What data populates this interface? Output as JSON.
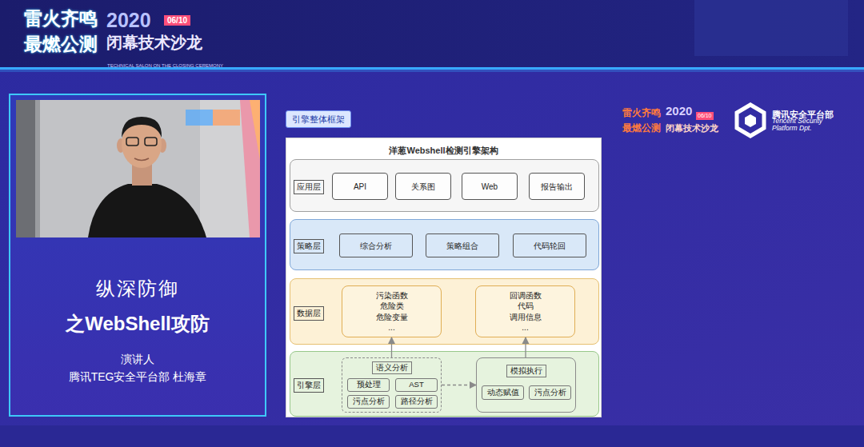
{
  "diagram": {
    "title": "洋葱Webshell检测引擎架构",
    "nodes": [
      {
        "text": [
          "应用层"
        ]
      },
      {
        "text": [
          "API"
        ],
        "in": 0
      },
      {
        "text": [
          "关系图"
        ],
        "in": 0
      },
      {
        "text": [
          "Web"
        ],
        "in": 0
      },
      {
        "text": [
          "报告输出"
        ],
        "in": 0
      },
      {
        "text": [
          "策略层"
        ]
      },
      {
        "text": [
          "综合分析"
        ],
        "in": 5
      },
      {
        "text": [
          "策略组合"
        ],
        "in": 5
      },
      {
        "text": [
          "代码轮回"
        ],
        "in": 5
      },
      {
        "text": [
          "数据层"
        ]
      },
      {
        "text": [
          "污染函数 危险类 危险变量 ..."
        ],
        "in": 9
      },
      {
        "text": [
          "回调函数 代码 调用信息 ..."
        ],
        "in": 9
      },
      {
        "text": [
          "引擎层"
        ]
      },
      {
        "text": [
          "语义分析"
        ],
        "in": 12
      },
      {
        "text": [
          "预处理"
        ],
        "in": 13
      },
      {
        "text": [
          "AST"
        ],
        "in": 13
      },
      {
        "text": [
          "污点分析"
        ],
        "in": 13
      },
      {
        "text": [
          "路径分析"
        ],
        "in": 13
      },
      {
        "text": [
          "模拟执行"
        ],
        "in": 12
      },
      {
        "text": [
          "动态赋值"
        ],
        "in": 18
      },
      {
        "text": [
          "污点分析"
        ],
        "in": 18
      }
    ],
    "edges": [
      {
        "from": 13,
        "to": 10,
        "arrow": "to"
      },
      {
        "from": 18,
        "to": 11,
        "arrow": "to"
      },
      {
        "from": 13,
        "to": 18,
        "arrow": "to"
      }
    ],
    "labels": [
      "雷火齐鸣",
      "最燃公测",
      "2020",
      "06/10",
      "闭幕技术沙龙",
      "TECHNICAL SALON ON THE CLOSING CEREMONY",
      "引擎整体框架",
      "雷火齐鸣",
      "最燃公测",
      "2020",
      "06/10",
      "闭幕技术沙龙",
      "腾讯安全平台部",
      "Tencent Security Platform Dpt.",
      "纵深防御",
      "之WebShell攻防",
      "演讲人",
      "腾讯TEG安全平台部 杜海章"
    ]
  }
}
